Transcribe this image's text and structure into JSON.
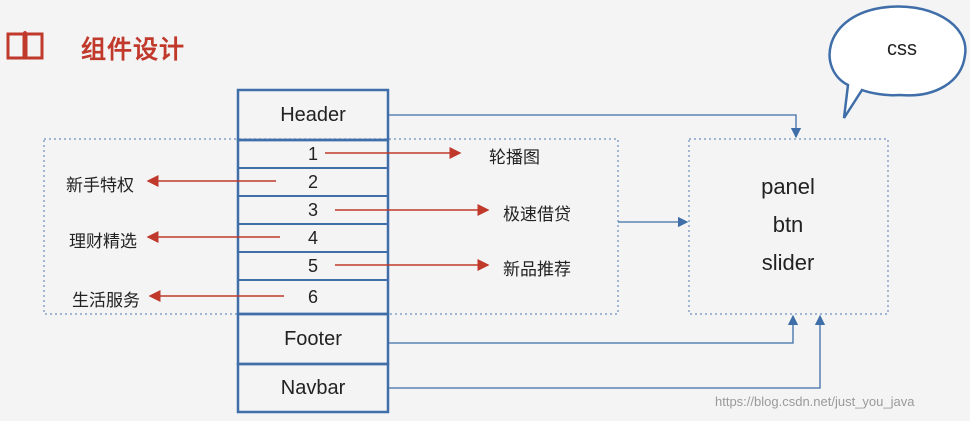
{
  "title": "组件设计",
  "boxes": {
    "header": "Header",
    "footer": "Footer",
    "navbar": "Navbar"
  },
  "rows": [
    "1",
    "2",
    "3",
    "4",
    "5",
    "6"
  ],
  "right_labels": [
    "轮播图",
    "极速借贷",
    "新品推荐"
  ],
  "left_labels": [
    "新手特权",
    "理财精选",
    "生活服务"
  ],
  "bubble": "css",
  "components": [
    "panel",
    "btn",
    "slider"
  ],
  "watermark": "https://blog.csdn.net/just_you_java",
  "colors": {
    "accent": "#c0392b",
    "blue": "#3f6ea8",
    "arrow_red": "#c0392b"
  }
}
